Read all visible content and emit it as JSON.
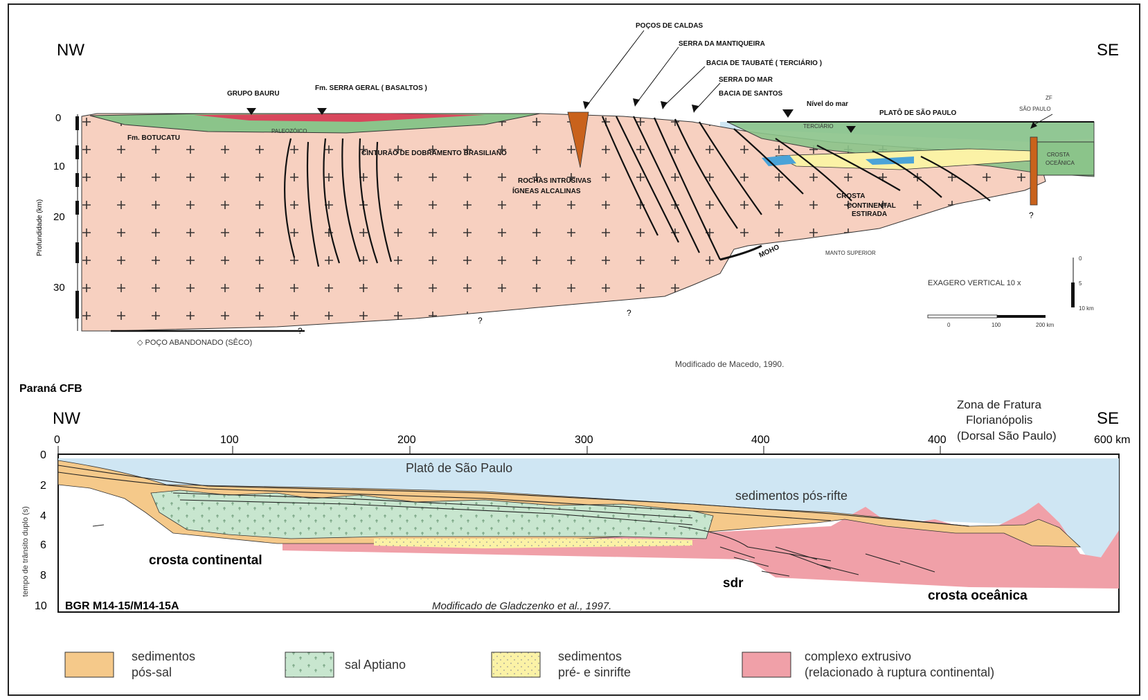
{
  "top_section": {
    "dir_left": "NW",
    "dir_right": "SE",
    "depth_axis_label": "Profundidade (km)",
    "depth_ticks": [
      "0",
      "10",
      "20",
      "30"
    ],
    "labels": {
      "pocos_caldas": "POÇOS DE CALDAS",
      "serra_mantiqueira": "SERRA DA MANTIQUEIRA",
      "bacia_taubate": "BACIA DE TAUBATÉ  ( TERCIÁRIO )",
      "serra_mar": "SERRA DO MAR",
      "bacia_santos": "BACIA DE SANTOS",
      "nivel_mar": "Nível do mar",
      "plato_sp": "PLATÔ DE SÃO PAULO",
      "zf_sp": "ZF",
      "zf_sp2": "SÃO PAULO",
      "grupo_bauru": "GRUPO BAURU",
      "serra_geral": "Fm. SERRA GERAL  ( BASALTOS )",
      "botucatu": "Fm. BOTUCATU",
      "paleozoico": "PALEOZÓICO",
      "cinturao": "CINTURÃO DE DOBRAMENTO BRASILIANO",
      "rochas1": "ROCHAS INTRUSIVAS",
      "rochas2": "ÍGNEAS ALCALINAS",
      "terciario": "TERCIÁRIO",
      "crosta_estirada1": "CROSTA",
      "crosta_estirada2": "CONTINENTAL",
      "crosta_estirada3": "ESTIRADA",
      "crosta_oceanica1": "CROSTA",
      "crosta_oceanica2": "OCEÂNICA",
      "moho": "MOHO",
      "manto": "MANTO SUPERIOR",
      "exagero": "EXAGERO VERTICAL  10 x",
      "scale_v0": "0",
      "scale_v5": "5",
      "scale_v10": "10 km",
      "scale_h0": "0",
      "scale_h100": "100",
      "scale_h200": "200 km",
      "poco_abandonado": "◇ POÇO ABANDONADO (SÊCO)",
      "macedo": "Modificado de  Macedo, 1990.",
      "q1": "?",
      "q2": "?",
      "q3": "?",
      "q4": "?"
    }
  },
  "bottom_section": {
    "title": "Paraná CFB",
    "dir_left": "NW",
    "dir_right": "SE",
    "x_ticks": [
      "0",
      "100",
      "200",
      "300",
      "400",
      "400"
    ],
    "x_end": "600  km",
    "y_axis_label": "tempo de trânsito duplo (s)",
    "y_ticks": [
      "0",
      "2",
      "4",
      "6",
      "8",
      "10"
    ],
    "zona_fratura1": "Zona de Fratura",
    "zona_fratura2": "Florianópolis",
    "zona_fratura3": "(Dorsal São Paulo)",
    "plato": "Platô de  São Paulo",
    "sed_pos_rifte": "sedimentos pós-rifte",
    "crosta_continental": "crosta continental",
    "sdr": "sdr",
    "crosta_oceanica": "crosta oceânica",
    "line_id": "BGR M14-15/M14-15A",
    "credit": "Modificado de  Gladczenko et al., 1997."
  },
  "legend": [
    {
      "line1": "sedimentos",
      "line2": "pós-sal",
      "color": "#f5c98a"
    },
    {
      "line1": "sal Aptiano",
      "line2": "",
      "color": "#c8e6cf"
    },
    {
      "line1": "sedimentos",
      "line2": "pré- e sinrifte",
      "color": "#fbf2a6"
    },
    {
      "line1": "complexo extrusivo",
      "line2": "(relacionado à ruptura continental)",
      "color": "#f0a0a8"
    }
  ],
  "colors": {
    "crust": "#f7d0c0",
    "green": "#8bc48a",
    "basalt": "#d8475c",
    "sea": "#cfe6f3",
    "orange_dyke": "#c9621c",
    "post_salt": "#f5c98a",
    "salt": "#c8e6cf",
    "pre_rift": "#fbf2a6",
    "extrusive": "#f0a0a8"
  }
}
